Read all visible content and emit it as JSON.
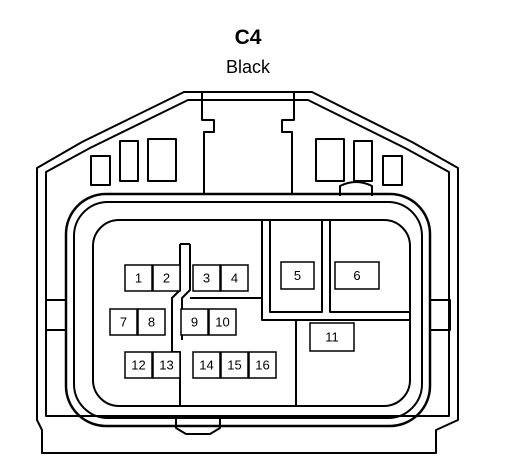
{
  "connector": {
    "name": "C4",
    "color": "Black"
  },
  "pins": [
    "1",
    "2",
    "3",
    "4",
    "5",
    "6",
    "7",
    "8",
    "9",
    "10",
    "11",
    "12",
    "13",
    "14",
    "15",
    "16"
  ]
}
